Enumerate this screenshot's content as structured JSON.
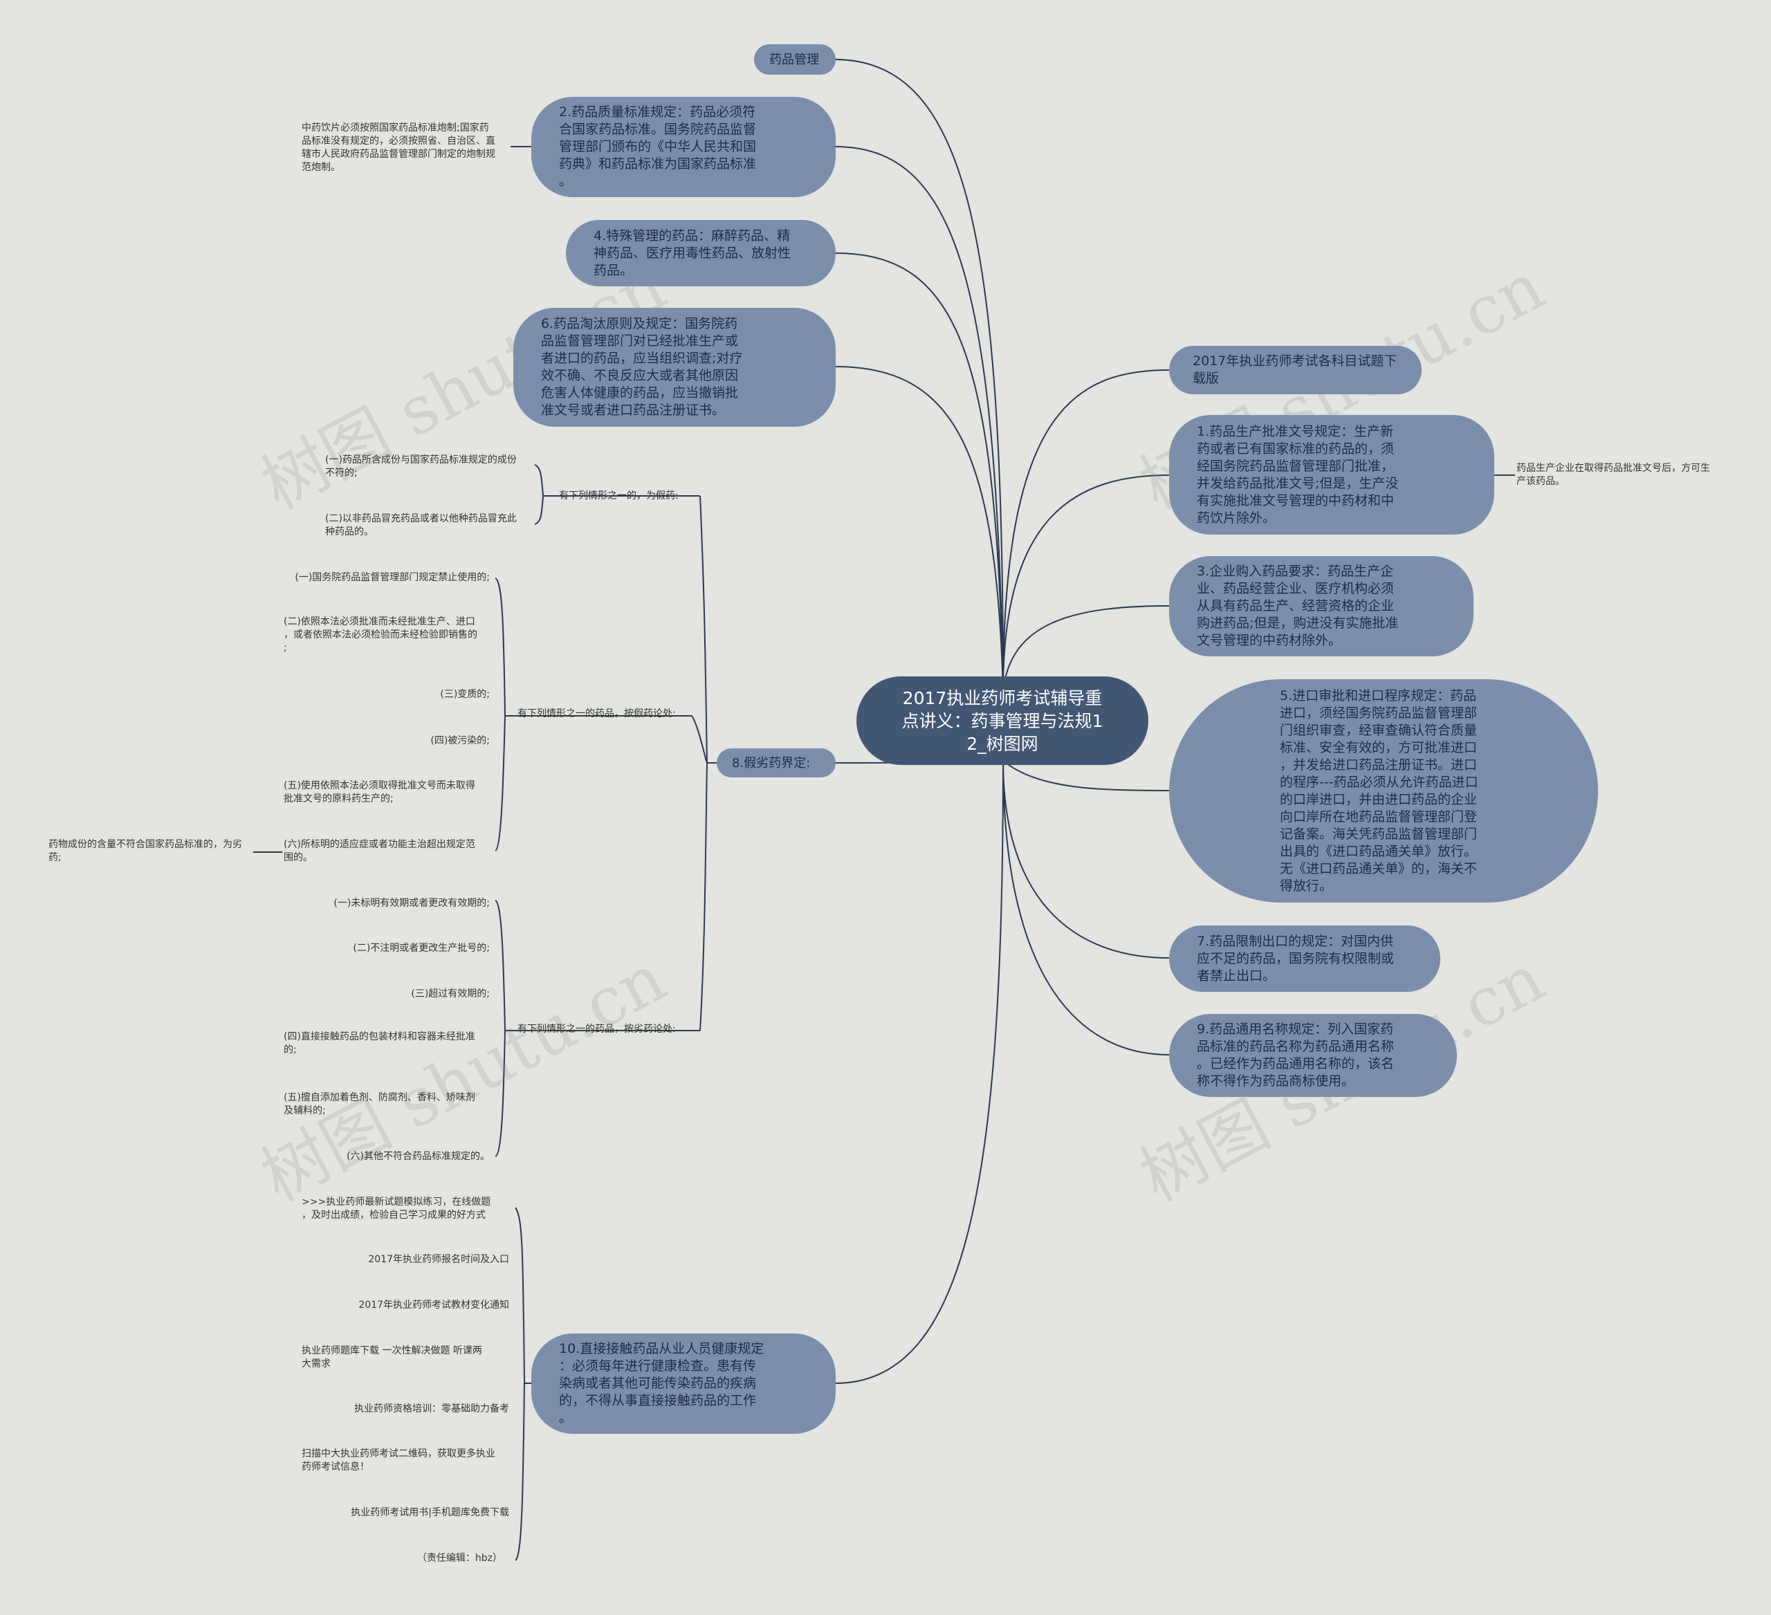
{
  "center": {
    "title": "2017执业药师考试辅导重\n点讲义：药事管理与法规1\n2_树图网"
  },
  "watermark": "树图 shutu.cn",
  "left_branches": [
    {
      "id": "b_mgmt",
      "label": "药品管理"
    },
    {
      "id": "b2",
      "label": "2.药品质量标准规定：药品必须符\n合国家药品标准。国务院药品监督\n管理部门颁布的《中华人民共和国\n药典》和药品标准为国家药品标准\n。"
    },
    {
      "id": "b4",
      "label": "4.特殊管理的药品：麻醉药品、精\n神药品、医疗用毒性药品、放射性\n药品。"
    },
    {
      "id": "b6",
      "label": "6.药品淘汰原则及规定：国务院药\n品监督管理部门对已经批准生产或\n者进口的药品，应当组织调查;对疗\n效不确、不良反应大或者其他原因\n危害人体健康的药品，应当撤销批\n准文号或者进口药品注册证书。"
    },
    {
      "id": "b8",
      "label": "8.假劣药界定:"
    },
    {
      "id": "b10",
      "label": "10.直接接触药品从业人员健康规定\n：必须每年进行健康检查。患有传\n染病或者其他可能传染药品的疾病\n的，不得从事直接接触药品的工作\n。"
    }
  ],
  "right_branches": [
    {
      "id": "r_dl",
      "label": "2017年执业药师考试各科目试题下\n载版"
    },
    {
      "id": "r1",
      "label": "1.药品生产批准文号规定：生产新\n药或者已有国家标准的药品的，须\n经国务院药品监督管理部门批准，\n并发给药品批准文号;但是，生产没\n有实施批准文号管理的中药材和中\n药饮片除外。"
    },
    {
      "id": "r3",
      "label": "3.企业购入药品要求：药品生产企\n业、药品经营企业、医疗机构必须\n从具有药品生产、经营资格的企业\n购进药品;但是，购进没有实施批准\n文号管理的中药材除外。"
    },
    {
      "id": "r5",
      "label": "5.进口审批和进口程序规定：药品\n进口，须经国务院药品监督管理部\n门组织审查，经审查确认符合质量\n标准、安全有效的，方可批准进口\n，并发给进口药品注册证书。进口\n的程序---药品必须从允许药品进口\n的口岸进口，并由进口药品的企业\n向口岸所在地药品监督管理部门登\n记备案。海关凭药品监督管理部门\n出具的《进口药品通关单》放行。\n无《进口药品通关单》的，海关不\n得放行。"
    },
    {
      "id": "r7",
      "label": "7.药品限制出口的规定：对国内供\n应不足的药品，国务院有权限制或\n者禁止出口。"
    },
    {
      "id": "r9",
      "label": "9.药品通用名称规定：列入国家药\n品标准的药品名称为药品通用名称\n。已经作为药品通用名称的，该名\n称不得作为药品商标使用。"
    }
  ],
  "leaves": {
    "b2_note": "中药饮片必须按照国家药品标准炮制;国家药\n品标准没有规定的，必须按照省、自治区、直\n辖市人民政府药品监督管理部门制定的炮制规\n范炮制。",
    "r1_note": "药品生产企业在取得药品批准文号后，方可生\n产该药品。",
    "g_fake": "有下列情形之一的，为假药:",
    "fake_items": [
      "(一)药品所含成份与国家药品标准规定的成份\n不符的;",
      "(二)以非药品冒充药品或者以他种药品冒充此\n种药品的。"
    ],
    "g_fake2": "有下列情形之一的药品，按假药论处:",
    "fake2_items": [
      "(一)国务院药品监督管理部门规定禁止使用的;",
      "(二)依照本法必须批准而未经批准生产、进口\n，或者依照本法必须检验而未经检验即销售的\n;",
      "(三)变质的;",
      "(四)被污染的;",
      "(五)使用依照本法必须取得批准文号而未取得\n批准文号的原料药生产的;",
      "(六)所标明的适应症或者功能主治超出规定范\n围的。"
    ],
    "inferior_def": "药物成份的含量不符合国家药品标准的，为劣\n药;",
    "g_inferior": "有下列情形之一的药品，按劣药论处:",
    "inferior_items": [
      "(一)未标明有效期或者更改有效期的;",
      "(二)不注明或者更改生产批号的;",
      "(三)超过有效期的;",
      "(四)直接接触药品的包装材料和容器未经批准\n的;",
      "(五)擅自添加着色剂、防腐剂、香料、矫味剂\n及辅料的;",
      "(六)其他不符合药品标准规定的。"
    ],
    "b10_items": [
      ">>>执业药师最新试题模拟练习，在线做题\n，及时出成绩，检验自己学习成果的好方式",
      "2017年执业药师报名时间及入口",
      "2017年执业药师考试教材变化通知",
      "执业药师题库下载 一次性解决做题 听课两\n大需求",
      "执业药师资格培训：零基础助力备考",
      "扫描中大执业药师考试二维码，获取更多执业\n药师考试信息！",
      "执业药师考试用书|手机题库免费下载",
      "（责任编辑：hbz）"
    ]
  },
  "colors": {
    "background": "#e4e4e0",
    "center_node": "#415775",
    "branch_node": "#7b8eae",
    "link": "#2b3a52"
  }
}
